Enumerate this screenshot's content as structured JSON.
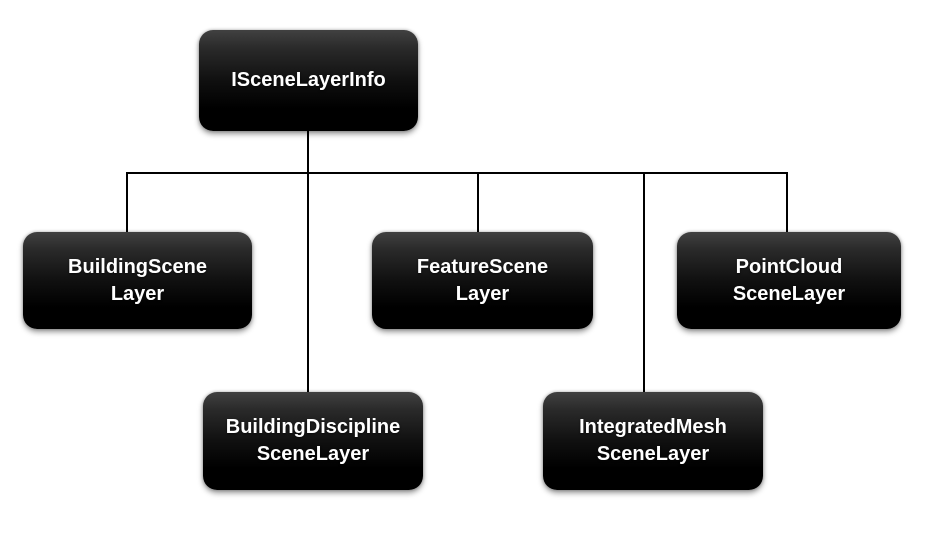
{
  "colors": {
    "background": "#ffffff",
    "node_fill_top": "#414141",
    "node_fill_bottom": "#000000",
    "node_text": "#ffffff",
    "connector": "#000000"
  },
  "nodes": [
    {
      "id": "root",
      "label": "ISceneLayerInfo"
    },
    {
      "id": "building-scene",
      "label": "BuildingScene\nLayer"
    },
    {
      "id": "feature-scene",
      "label": "FeatureScene\nLayer"
    },
    {
      "id": "point-cloud",
      "label": "PointCloud\nSceneLayer"
    },
    {
      "id": "building-discipline",
      "label": "BuildingDiscipline\nSceneLayer"
    },
    {
      "id": "integrated-mesh",
      "label": "IntegratedMesh\nSceneLayer"
    }
  ],
  "connections": [
    {
      "from": "ISceneLayerInfo",
      "to": "BuildingScene Layer"
    },
    {
      "from": "ISceneLayerInfo",
      "to": "FeatureScene Layer"
    },
    {
      "from": "ISceneLayerInfo",
      "to": "PointCloud SceneLayer"
    },
    {
      "from": "ISceneLayerInfo",
      "to": "BuildingDiscipline SceneLayer"
    },
    {
      "from": "ISceneLayerInfo",
      "to": "IntegratedMesh SceneLayer"
    }
  ]
}
